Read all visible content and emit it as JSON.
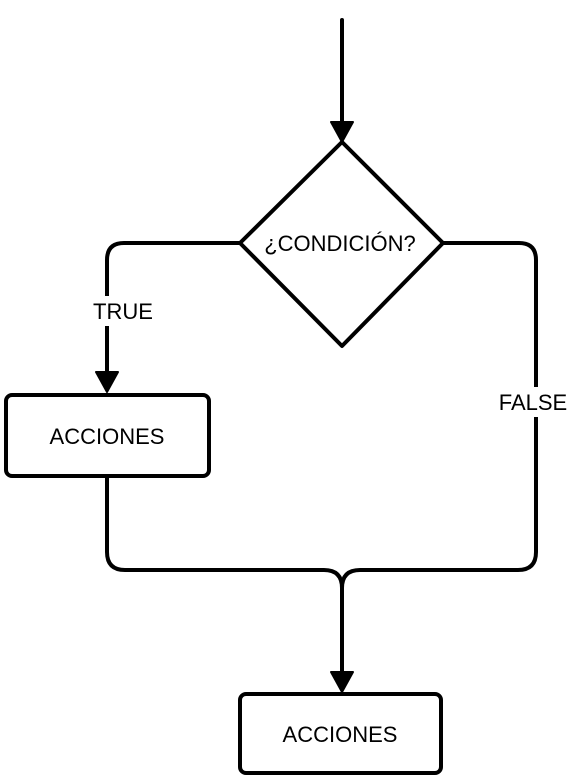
{
  "diagram": {
    "decision": {
      "label": "¿CONDICIÓN?"
    },
    "true_branch": {
      "label": "TRUE",
      "action_label": "ACCIONES"
    },
    "false_branch": {
      "label": "FALSE"
    },
    "final_action": {
      "label": "ACCIONES"
    }
  }
}
